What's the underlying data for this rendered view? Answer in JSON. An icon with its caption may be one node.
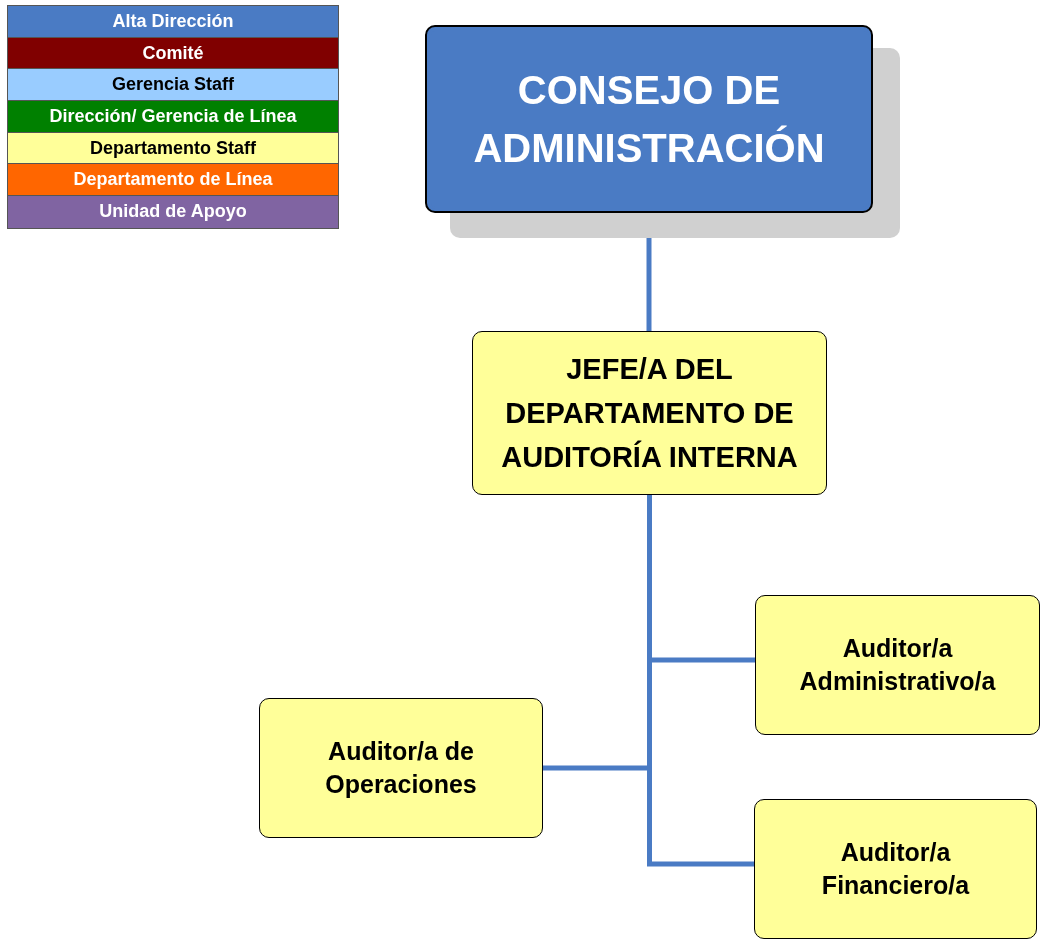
{
  "diagram": {
    "nodes": [
      {
        "text": [
          "CONSEJO DE ADMINISTRACIÓN"
        ]
      },
      {
        "text": [
          "JEFE/A DEL DEPARTAMENTO DE AUDITORÍA INTERNA"
        ]
      },
      {
        "text": [
          "Auditor/a Administrativo/a"
        ]
      },
      {
        "text": [
          "Auditor/a de Operaciones"
        ]
      },
      {
        "text": [
          "Auditor/a Financiero/a"
        ]
      }
    ],
    "edges": [
      {
        "from": 0,
        "to": 1,
        "arrow": "none"
      },
      {
        "from": 1,
        "to": 2,
        "arrow": "none"
      },
      {
        "from": 1,
        "to": 3,
        "arrow": "none"
      },
      {
        "from": 1,
        "to": 4,
        "arrow": "none"
      }
    ],
    "legend": [
      {
        "text": "Alta Dirección",
        "color": "#4a7bc4"
      },
      {
        "text": "Comité",
        "color": "#800000"
      },
      {
        "text": "Gerencia Staff",
        "color": "#99ccff"
      },
      {
        "text": "Dirección/ Gerencia de Línea",
        "color": "#008000"
      },
      {
        "text": "Departamento Staff",
        "color": "#ffff99"
      },
      {
        "text": "Departamento de Línea",
        "color": "#ff6600"
      },
      {
        "text": "Unidad de Apoyo",
        "color": "#8064a2"
      }
    ]
  }
}
